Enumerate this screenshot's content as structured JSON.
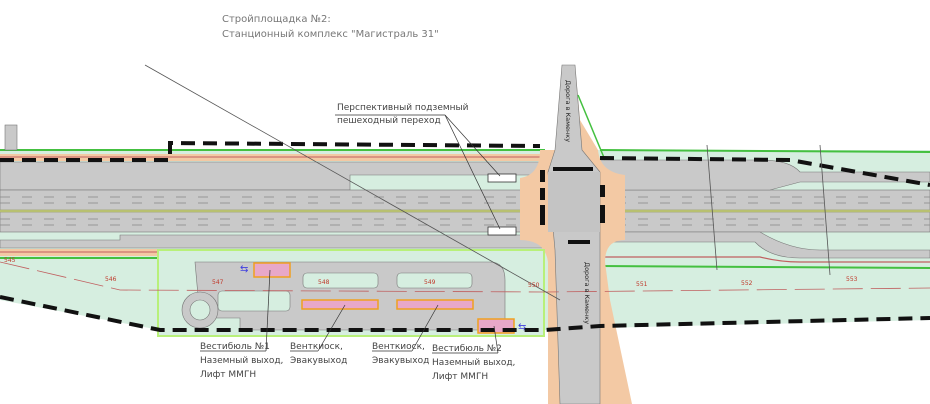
{
  "title": {
    "line1": "Стройплощадка №2:",
    "line2": "Станционный комплекс \"Магистраль 31\""
  },
  "crossing_label": {
    "line1": "Перспективный подземный",
    "line2": "пешеходный переход"
  },
  "road_label": "Дорога в Каменку",
  "callouts": [
    {
      "line1": "Вестибюль №1",
      "line2": "Наземный выход,",
      "line3": "Лифт ММГН"
    },
    {
      "line1": "Венткиоск,",
      "line2": "Эвакувыход"
    },
    {
      "line1": "Венткиоск,",
      "line2": "Эвакувыход"
    },
    {
      "line1": "Вестибюль №2",
      "line2": "Наземный выход,",
      "line3": "Лифт ММГН"
    }
  ],
  "stations": [
    "545",
    "546",
    "547",
    "548",
    "549",
    "550",
    "551",
    "552",
    "553"
  ],
  "colors": {
    "lawn": "#d6eee0",
    "road": "#c9c9c9",
    "sidewalk": "#f3c9a4",
    "boundary": "#111111",
    "site": "#b8f07a",
    "vestibule": "#e8a8c8",
    "vestibule_border": "#f0a020"
  }
}
